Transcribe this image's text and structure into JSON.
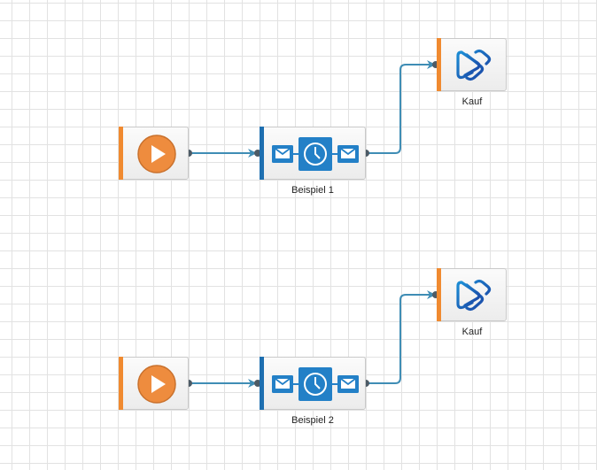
{
  "colors": {
    "edge": "#3f8db5",
    "port": "#4d5b66",
    "accent_orange": "#f08a30",
    "accent_blue": "#1e6fb0",
    "mail_blue": "#2380c7",
    "brand_blue": "#1673c4"
  },
  "flows": [
    {
      "start": {
        "icon": "play-icon"
      },
      "step": {
        "label": "Beispiel 1",
        "icons": [
          "mail-icon",
          "clock-icon",
          "mail-icon"
        ]
      },
      "end": {
        "label": "Kauf",
        "icon": "brand-logo-icon"
      }
    },
    {
      "start": {
        "icon": "play-icon"
      },
      "step": {
        "label": "Beispiel 2",
        "icons": [
          "mail-icon",
          "clock-icon",
          "mail-icon"
        ]
      },
      "end": {
        "label": "Kauf",
        "icon": "brand-logo-icon"
      }
    }
  ]
}
